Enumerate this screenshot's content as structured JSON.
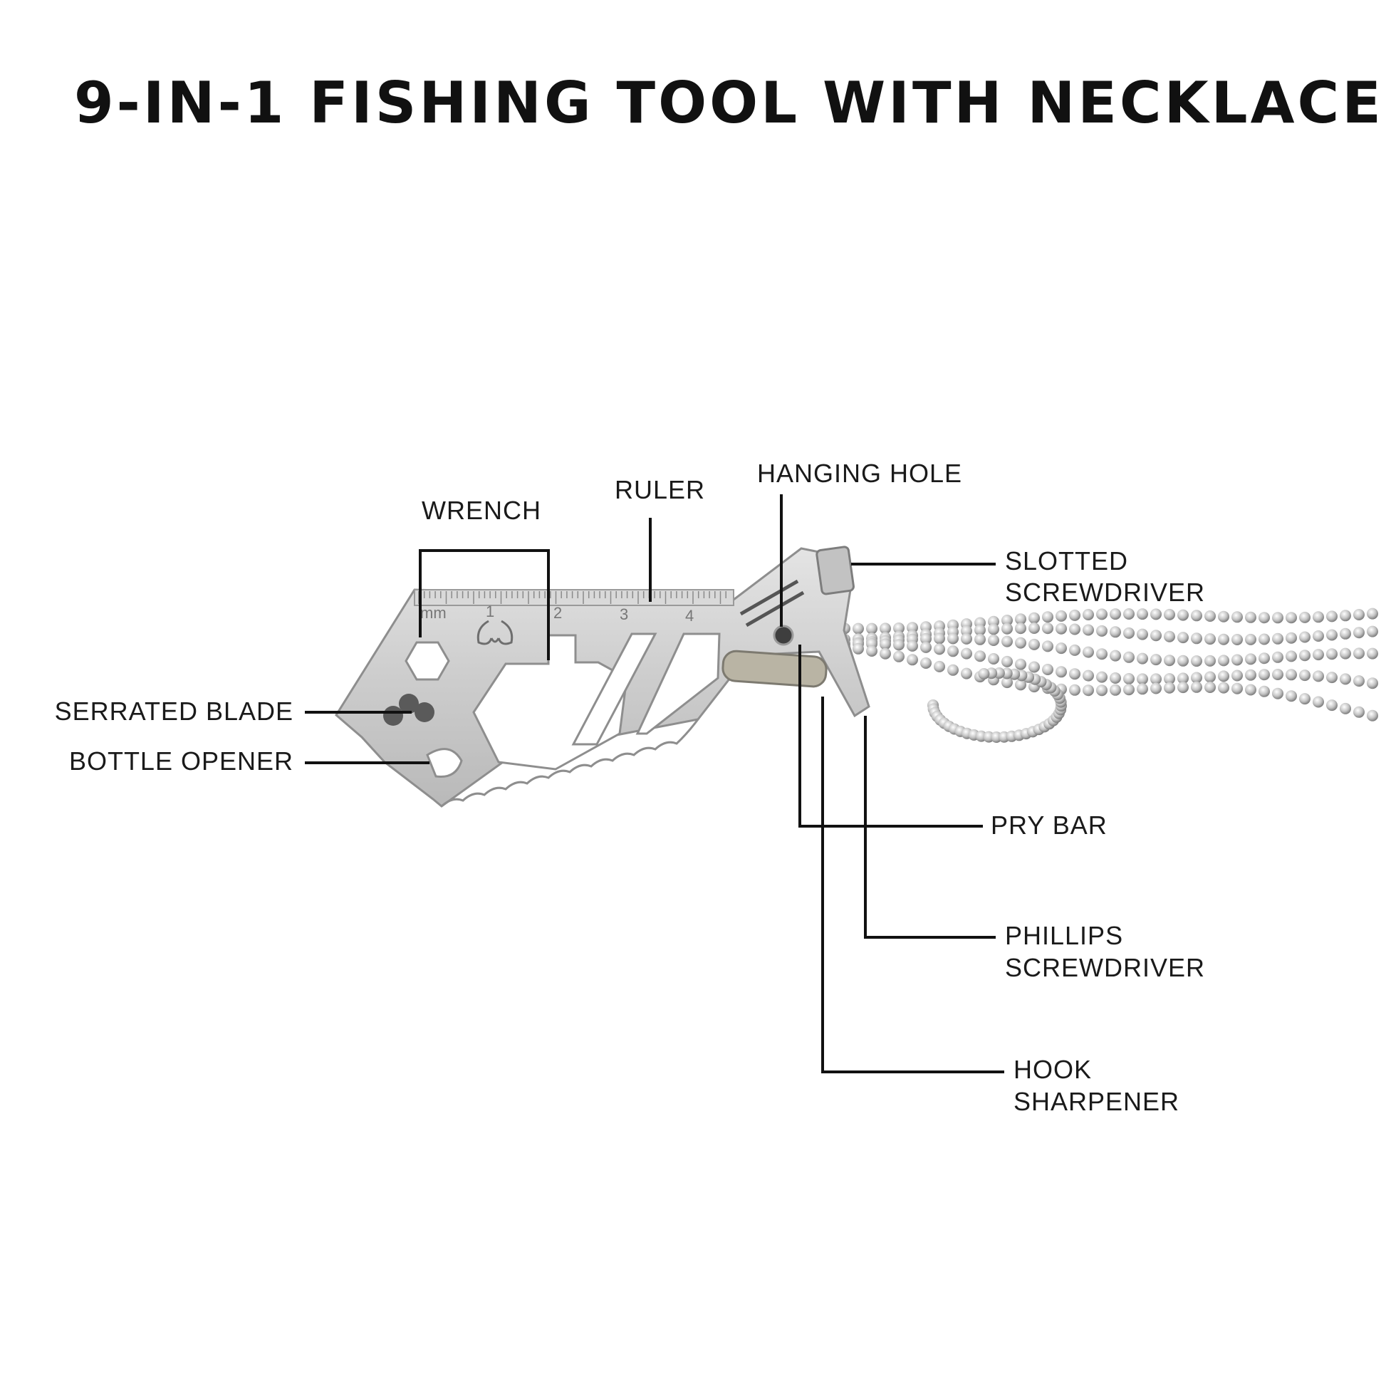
{
  "title": "9-IN-1 FISHING TOOL WITH NECKLACE",
  "colors": {
    "text": "#111111",
    "leader": "#111111",
    "steel": "#cfcfcf",
    "steel_edge": "#8e8e8e",
    "sharpener": "#b9b4a4"
  },
  "tool": {
    "ruler_marks": [
      "mm",
      "1",
      "2",
      "3",
      "4"
    ],
    "logo": "antler-logo-icon"
  },
  "labels": {
    "wrench": "WRENCH",
    "ruler": "RULER",
    "hanging_hole": "HANGING HOLE",
    "slotted_1": "SLOTTED",
    "slotted_2": "SCREWDRIVER",
    "serrated_blade": "SERRATED BLADE",
    "bottle_opener": "BOTTLE OPENER",
    "pry_bar": "PRY BAR",
    "phillips_1": "PHILLIPS",
    "phillips_2": "SCREWDRIVER",
    "hook_1": "HOOK",
    "hook_2": "SHARPENER"
  }
}
